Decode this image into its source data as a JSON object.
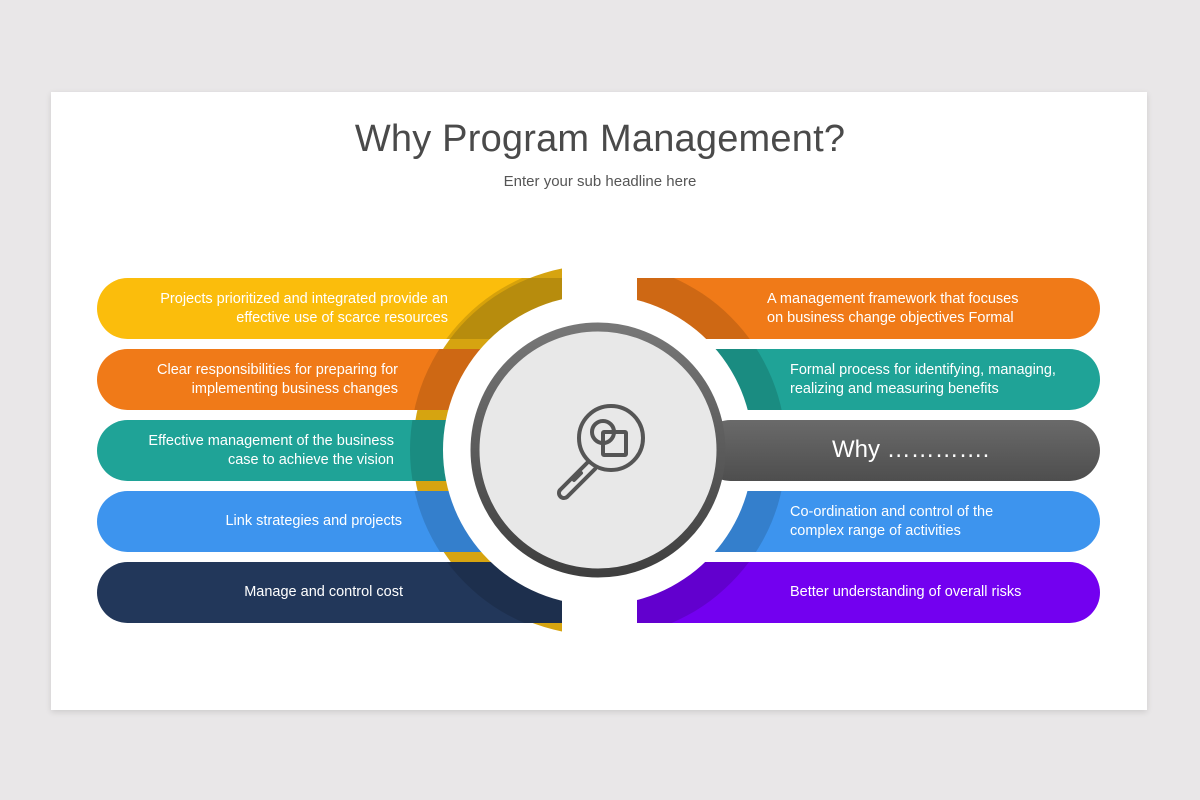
{
  "slide": {
    "title": "Why Program Management?",
    "subtitle": "Enter your sub headline here"
  },
  "center": {
    "icon": "magnifier-with-shapes-icon",
    "colors": {
      "disk": "#e8e8e8",
      "ring": "#555555"
    }
  },
  "left_items": [
    {
      "line1": "Projects prioritized and integrated provide an",
      "line2": "effective use of scarce resources",
      "color": "#fbbd0c",
      "shade": "#d6a410"
    },
    {
      "line1": "Clear responsibilities for preparing for",
      "line2": "implementing business changes",
      "color": "#f07a18",
      "shade": "#cc6a1a"
    },
    {
      "line1": "Effective management of the business",
      "line2": "case to achieve the vision",
      "color": "#1fa397",
      "shade": "#1a8a80"
    },
    {
      "line1": "Link strategies and projects",
      "line2": "",
      "color": "#3d94ee",
      "shade": "#357fcc"
    },
    {
      "line1": "Manage and control cost",
      "line2": "",
      "color": "#22375a",
      "shade": "#1e3150"
    }
  ],
  "right_items": [
    {
      "line1": "A management framework that focuses",
      "line2": "on business change objectives Formal",
      "color": "#f07a18",
      "shade": "#cc6a1a"
    },
    {
      "line1": "Formal process for identifying, managing,",
      "line2": "realizing and measuring benefits",
      "color": "#1fa397",
      "shade": "#1a8a80"
    },
    {
      "label": "Why ………….",
      "color": "#5a5a5a"
    },
    {
      "line1": "Co-ordination and control of the",
      "line2": "complex range of activities",
      "color": "#3d94ee",
      "shade": "#357fcc"
    },
    {
      "line1": "Better understanding of overall risks",
      "line2": "",
      "color": "#7300f0",
      "shade": "#6200cc"
    }
  ]
}
